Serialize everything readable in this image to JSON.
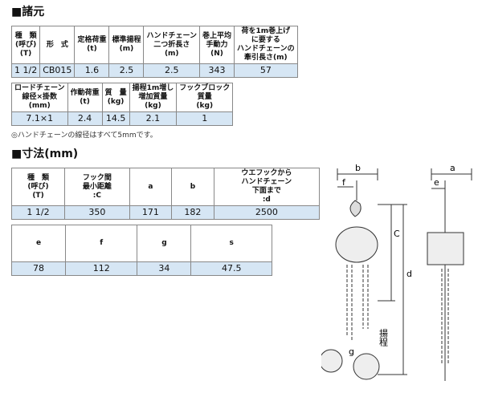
{
  "spec": {
    "title": "■諸元",
    "table1": {
      "headers": [
        "種　類\n(呼び)\n(T)",
        "形　式",
        "定格荷重\n(t)",
        "標準揚程\n(m)",
        "ハンドチェーン\n二つ折長さ\n(m)",
        "巻上平均\n手動力\n(N)",
        "荷を1m巻上げ\nに要する\nハンドチェーンの\n牽引長さ(m)"
      ],
      "values": [
        "1 1/2",
        "CB015",
        "1.6",
        "2.5",
        "2.5",
        "343",
        "57"
      ]
    },
    "table2": {
      "headers": [
        "ロードチェーン\n線径×掛数\n(mm)",
        "作動荷重\n(t)",
        "質　量\n(kg)",
        "揚程1m増し\n増加質量\n(kg)",
        "フックブロック\n質量\n(kg)"
      ],
      "values": [
        "7.1×1",
        "2.4",
        "14.5",
        "2.1",
        "1"
      ]
    },
    "note": "◎ハンドチェーンの線径はすべて5mmです。"
  },
  "dims": {
    "title": "■寸法(mm)",
    "table3": {
      "headers": [
        "種　類\n(呼び)\n(T)",
        "フック間\n最小距離\n:C",
        "a",
        "b",
        "ウエフックから\nハンドチェーン\n下面まで\n:d"
      ],
      "values": [
        "1 1/2",
        "350",
        "171",
        "182",
        "2500"
      ]
    },
    "table4": {
      "headers": [
        "e",
        "f",
        "g",
        "s"
      ],
      "values": [
        "78",
        "112",
        "34",
        "47.5"
      ]
    }
  },
  "diagram": {
    "labels": {
      "b": "b",
      "f": "f",
      "c": "C",
      "d": "d",
      "lift": "揚程",
      "g": "g",
      "a": "a",
      "e": "e"
    }
  }
}
